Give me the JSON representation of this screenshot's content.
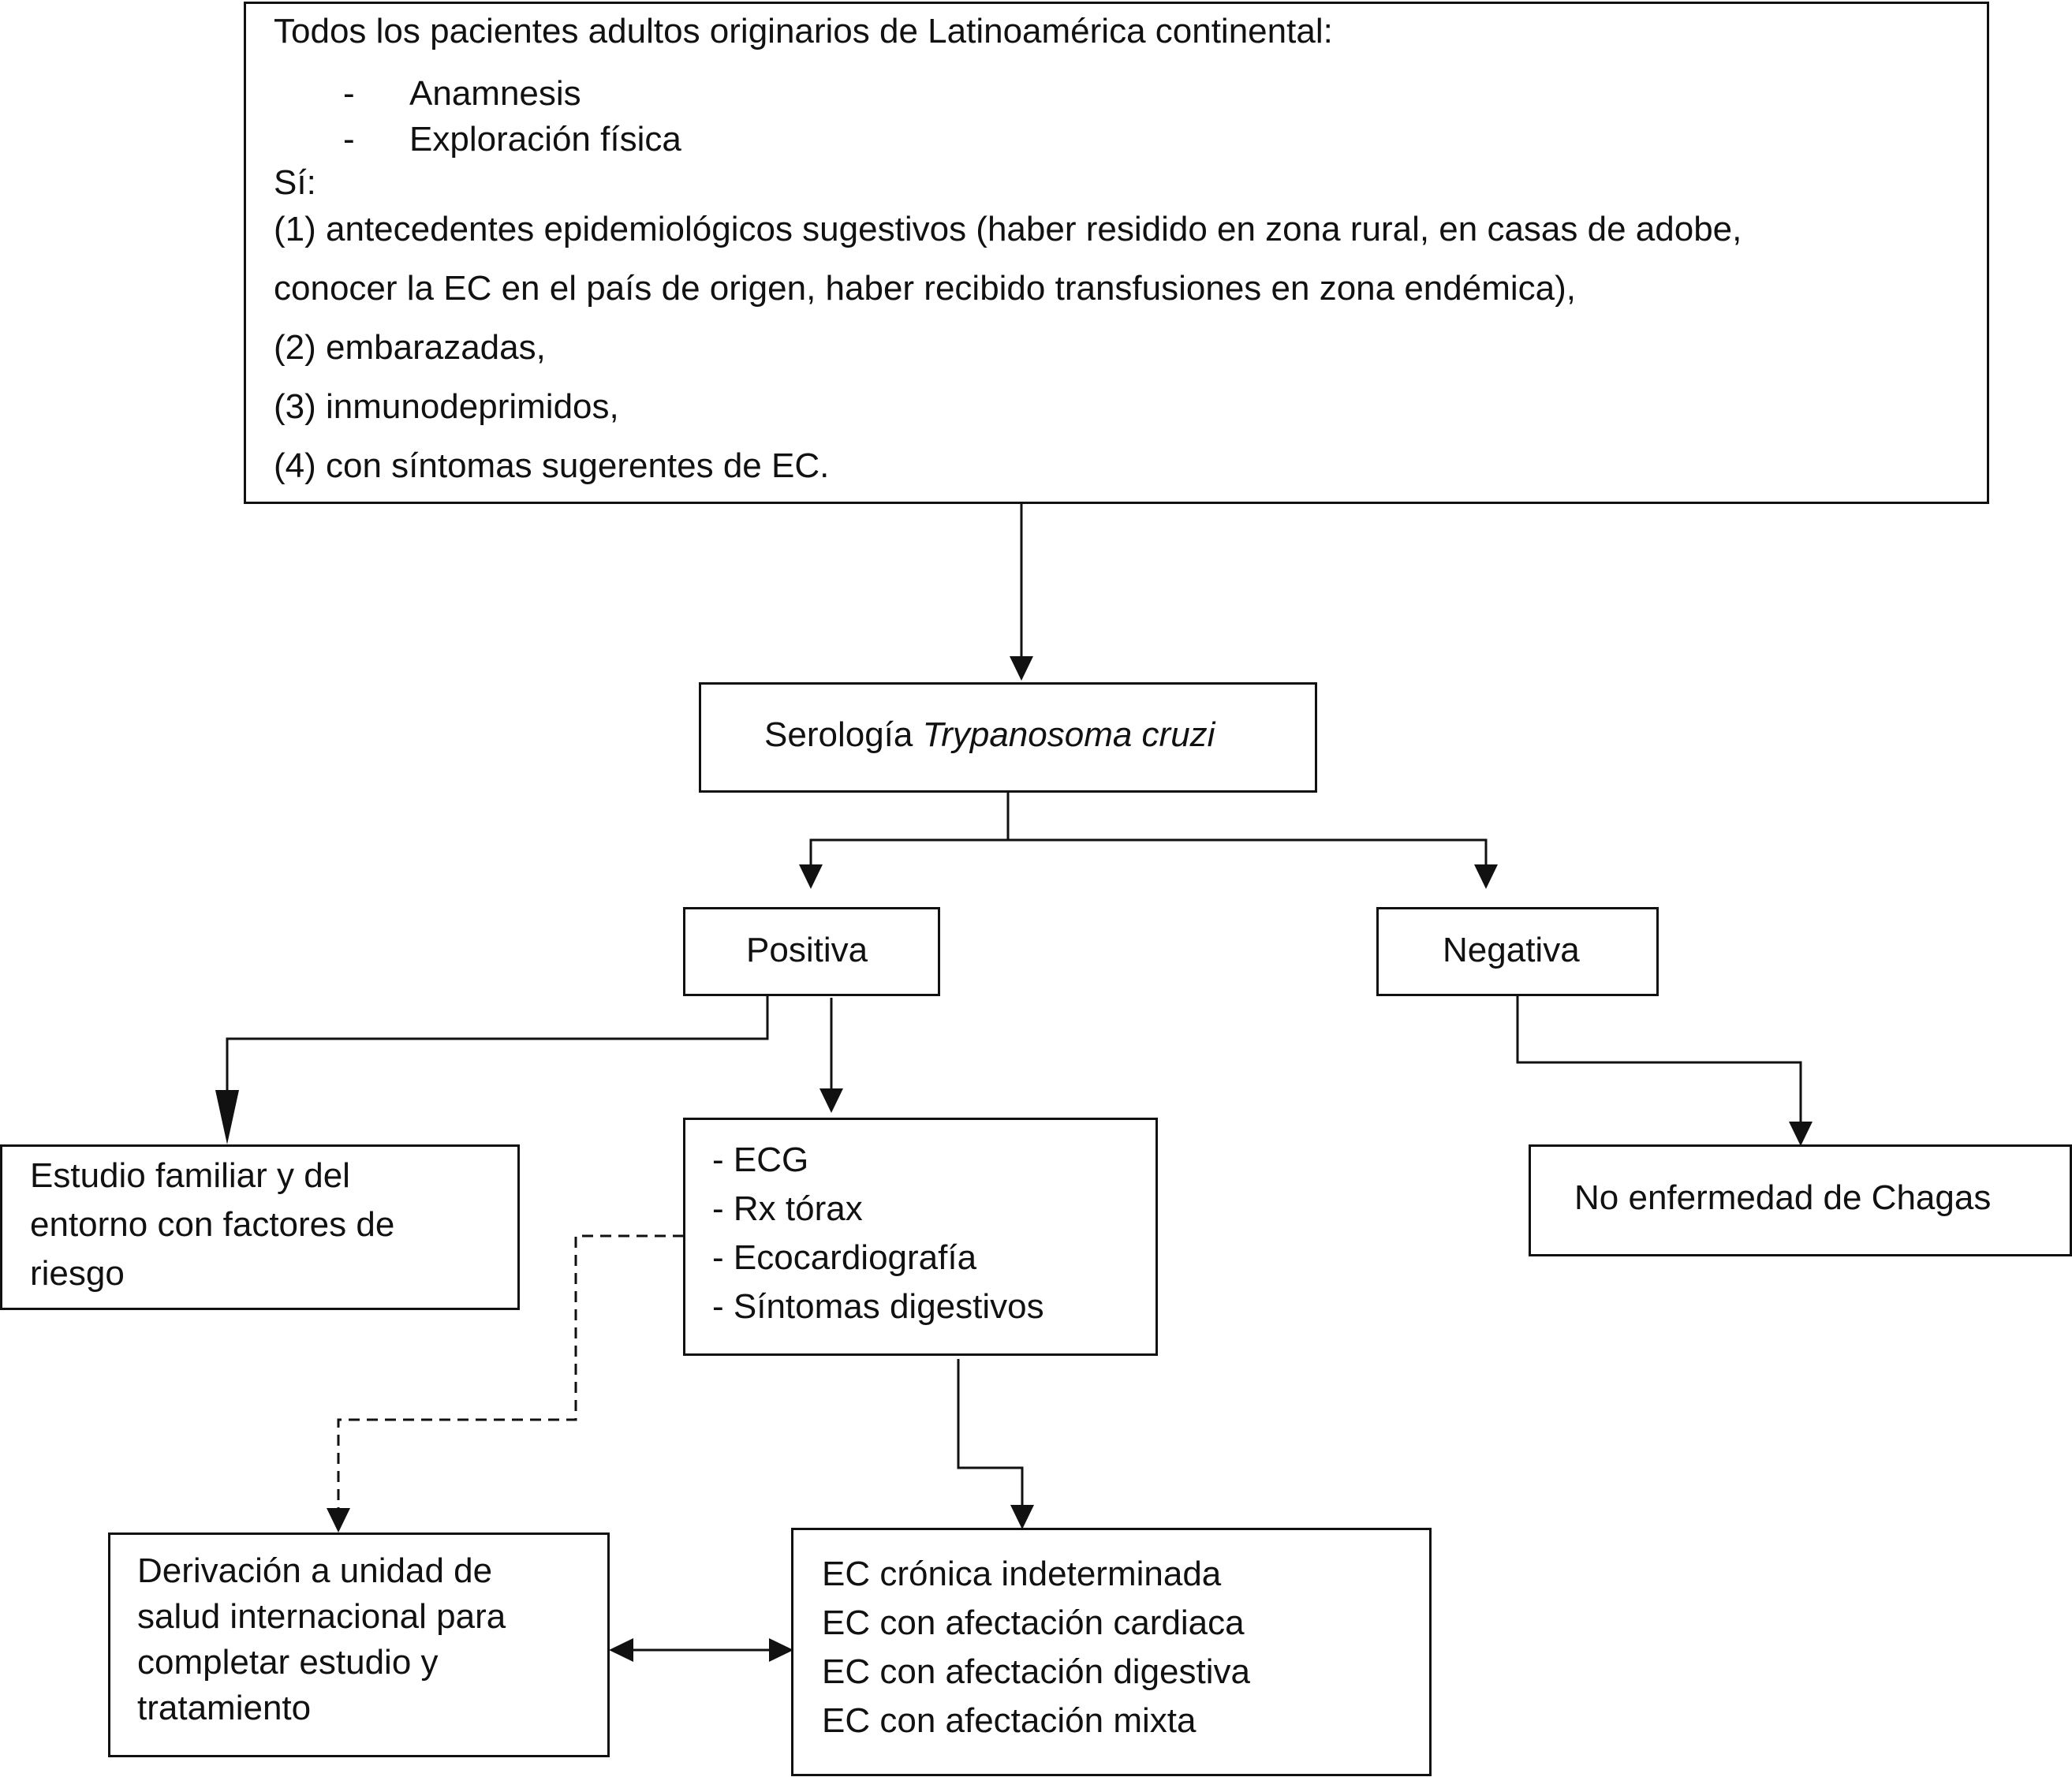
{
  "top_box": {
    "intro": "Todos los pacientes adultos originarios de Latinoamérica continental:",
    "bullets": [
      "Anamnesis",
      "Exploración física"
    ],
    "bullet_mark": "-",
    "condition": "Sí:",
    "criteria": [
      "(1) antecedentes epidemiológicos sugestivos (haber residido en zona rural, en casas de adobe,",
      "conocer la EC en el país de origen, haber recibido transfusiones en zona endémica),",
      "(2) embarazadas,",
      "(3) inmunodeprimidos,",
      "(4) con síntomas sugerentes de EC."
    ]
  },
  "serology": {
    "label": "Serología ",
    "organism": "Trypanosoma cruzi"
  },
  "positive": "Positiva",
  "negative": "Negativa",
  "family_study": [
    "Estudio familiar y del",
    "entorno con factores de",
    "riesgo"
  ],
  "tests": [
    "- ECG",
    "- Rx tórax",
    "- Ecocardiografía",
    "- Síntomas digestivos"
  ],
  "no_disease": "No enfermedad de Chagas",
  "referral": [
    "Derivación a unidad de",
    "salud internacional para",
    "completar estudio y",
    "tratamiento"
  ],
  "outcomes": [
    "EC crónica indeterminada",
    "EC con afectación cardiaca",
    "EC con afectación digestiva",
    "EC con afectación mixta"
  ]
}
